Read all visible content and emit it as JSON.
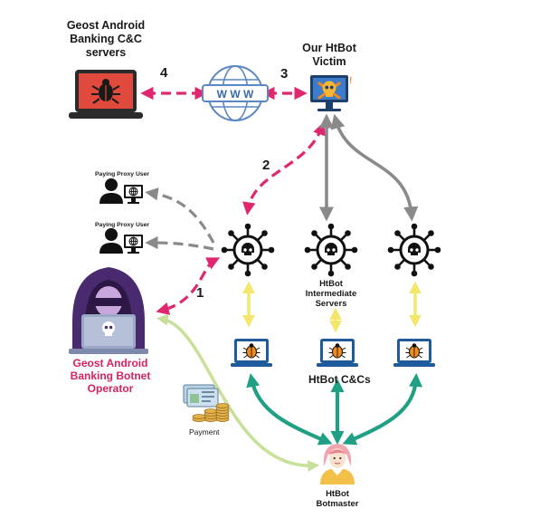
{
  "labels": {
    "geost_servers": "Geost Android\nBanking C&C\nservers",
    "victim": "Our HtBot\nVictim",
    "proxy_user_1": "Paying Proxy User",
    "proxy_user_2": "Paying Proxy User",
    "intermediate": "HtBot\nIntermediate\nServers",
    "operator": "Geost Android\nBanking Botnet\nOperator",
    "candcs": "HtBot C&Cs",
    "payment": "Payment",
    "botmaster": "HtBot\nBotmaster",
    "web_text": "W W W"
  },
  "steps": [
    "1",
    "2",
    "3",
    "4"
  ],
  "colors": {
    "pink": "#e0266e",
    "gray": "#8a8a8a",
    "teal": "#1fa084",
    "yellow": "#f3e66a",
    "lightgreen": "#c8e19a",
    "operator_text": "#d6225f",
    "laptop_blue": "#1e5a9c",
    "bug_orange": "#f08a1c"
  },
  "icons": {
    "geost_servers": "laptop-bug-red-icon",
    "web": "web-globe-icon",
    "victim": "monitor-skull-icon",
    "proxy_user": "user-computer-icon",
    "proxy_server": "virus-skull-icon",
    "operator": "hooded-hacker-icon",
    "candc": "laptop-bug-blue-icon",
    "payment": "money-stack-icon",
    "botmaster": "woman-avatar-icon"
  }
}
